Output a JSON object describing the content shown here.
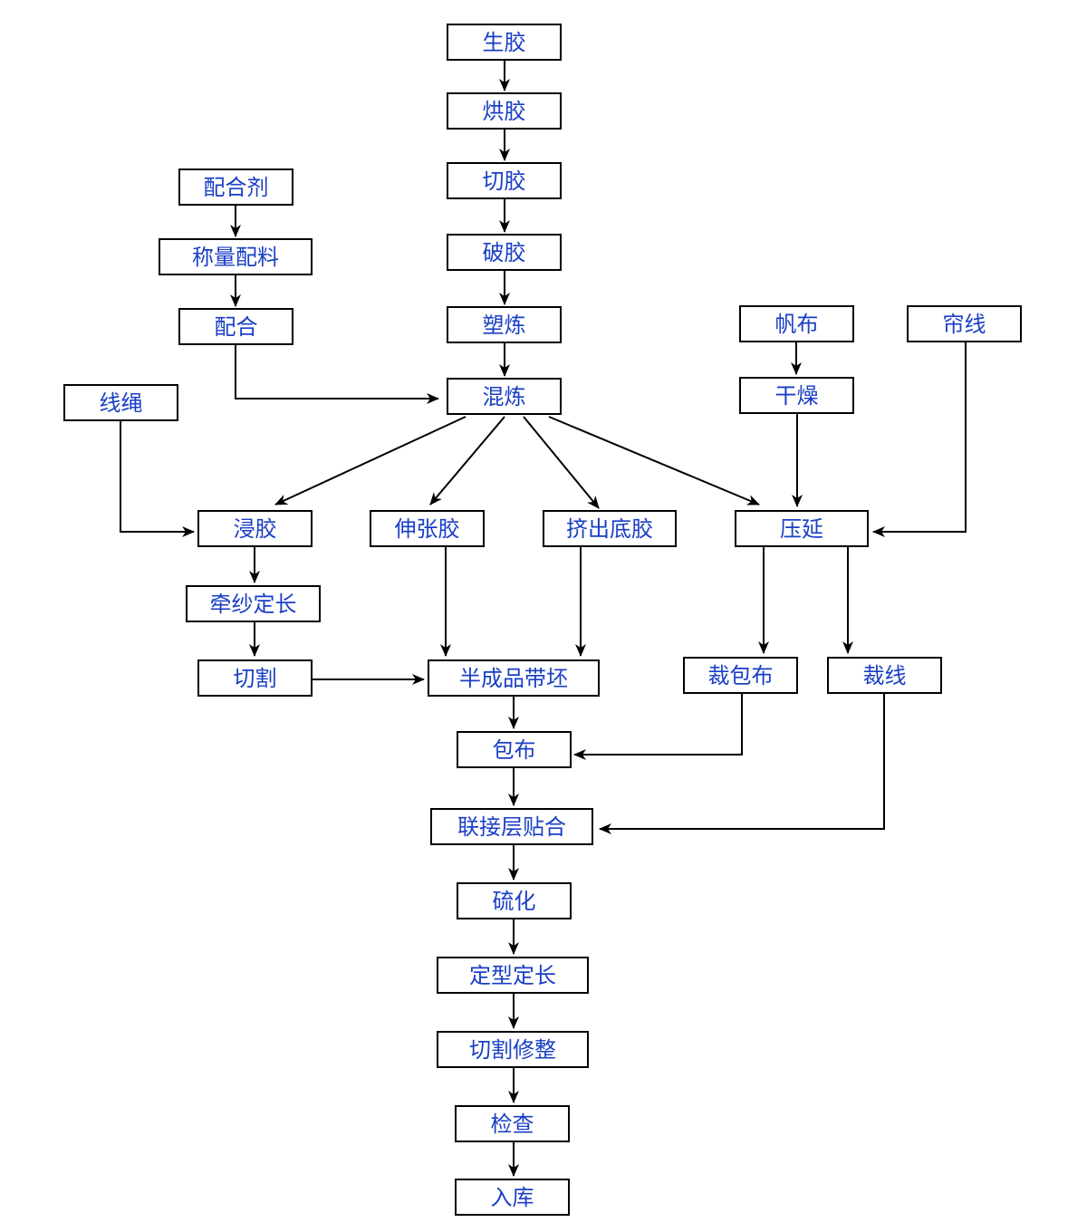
{
  "nodes": {
    "raw_rubber": "生胶",
    "drying_rubber": "烘胶",
    "cutting_rubber": "切胶",
    "breaking_rubber": "破胶",
    "plasticating": "塑炼",
    "mixing": "混炼",
    "compounding_agent": "配合剂",
    "weighing": "称量配料",
    "compounding": "配合",
    "cord": "线绳",
    "dipping": "浸胶",
    "tension_rubber": "伸张胶",
    "extrude_base": "挤出底胶",
    "calendering": "压延",
    "canvas": "帆布",
    "drying": "干燥",
    "cord_fabric": "帘线",
    "yarn_sizing": "牵纱定长",
    "cutting": "切割",
    "semi_belt": "半成品带坯",
    "cut_wrap": "裁包布",
    "cut_cord": "裁线",
    "wrapping": "包布",
    "bonding": "联接层贴合",
    "vulcanizing": "硫化",
    "shaping": "定型定长",
    "trimming": "切割修整",
    "inspection": "检查",
    "storage": "入库"
  },
  "edges": [
    [
      "raw_rubber",
      "drying_rubber"
    ],
    [
      "drying_rubber",
      "cutting_rubber"
    ],
    [
      "cutting_rubber",
      "breaking_rubber"
    ],
    [
      "breaking_rubber",
      "plasticating"
    ],
    [
      "plasticating",
      "mixing"
    ],
    [
      "compounding_agent",
      "weighing"
    ],
    [
      "weighing",
      "compounding"
    ],
    [
      "compounding",
      "mixing"
    ],
    [
      "mixing",
      "dipping"
    ],
    [
      "mixing",
      "tension_rubber"
    ],
    [
      "mixing",
      "extrude_base"
    ],
    [
      "mixing",
      "calendering"
    ],
    [
      "cord",
      "dipping"
    ],
    [
      "canvas",
      "drying"
    ],
    [
      "drying",
      "calendering"
    ],
    [
      "cord_fabric",
      "calendering"
    ],
    [
      "dipping",
      "yarn_sizing"
    ],
    [
      "yarn_sizing",
      "cutting"
    ],
    [
      "cutting",
      "semi_belt"
    ],
    [
      "tension_rubber",
      "semi_belt"
    ],
    [
      "extrude_base",
      "semi_belt"
    ],
    [
      "calendering",
      "cut_wrap"
    ],
    [
      "calendering",
      "cut_cord"
    ],
    [
      "semi_belt",
      "wrapping"
    ],
    [
      "cut_wrap",
      "wrapping"
    ],
    [
      "cut_cord",
      "bonding"
    ],
    [
      "wrapping",
      "bonding"
    ],
    [
      "bonding",
      "vulcanizing"
    ],
    [
      "vulcanizing",
      "shaping"
    ],
    [
      "shaping",
      "trimming"
    ],
    [
      "trimming",
      "inspection"
    ],
    [
      "inspection",
      "storage"
    ]
  ],
  "colors": {
    "node_text": "#1a3fc4",
    "node_border": "#000000",
    "edge": "#000000"
  }
}
